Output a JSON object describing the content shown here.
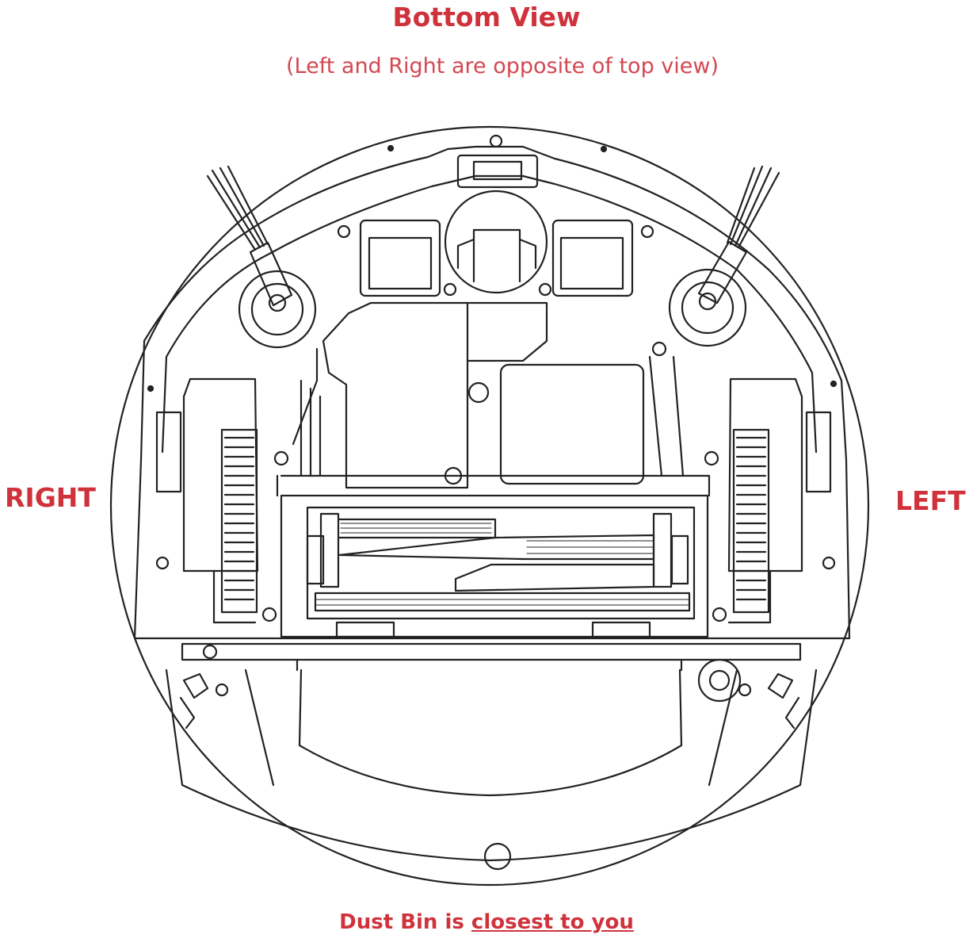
{
  "title": "Bottom View",
  "subtitle": "(Left and Right are opposite of top view)",
  "side_labels": {
    "right": "RIGHT",
    "left": "LEFT"
  },
  "caption": {
    "prefix": "Dust Bin is ",
    "emphasis": "closest to you"
  },
  "colors": {
    "label": "#d0323c",
    "line_art": "#222222",
    "background": "#ffffff"
  }
}
